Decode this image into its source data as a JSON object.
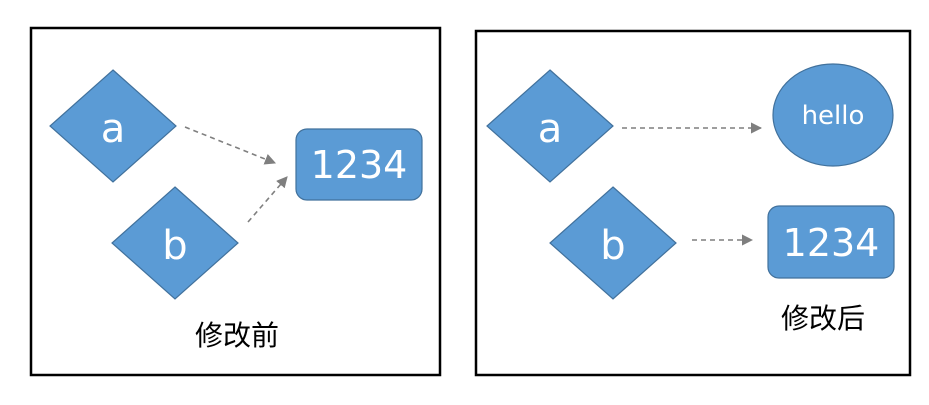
{
  "colors": {
    "shape_fill": "#5b9bd5",
    "shape_stroke": "#41719c",
    "arrow": "#7f7f7f",
    "frame": "#000000"
  },
  "before": {
    "caption": "修改前",
    "node_a": "a",
    "node_b": "b",
    "value_box": "1234"
  },
  "after": {
    "caption": "修改后",
    "node_a": "a",
    "node_b": "b",
    "hello_circle": "hello",
    "value_box": "1234"
  }
}
